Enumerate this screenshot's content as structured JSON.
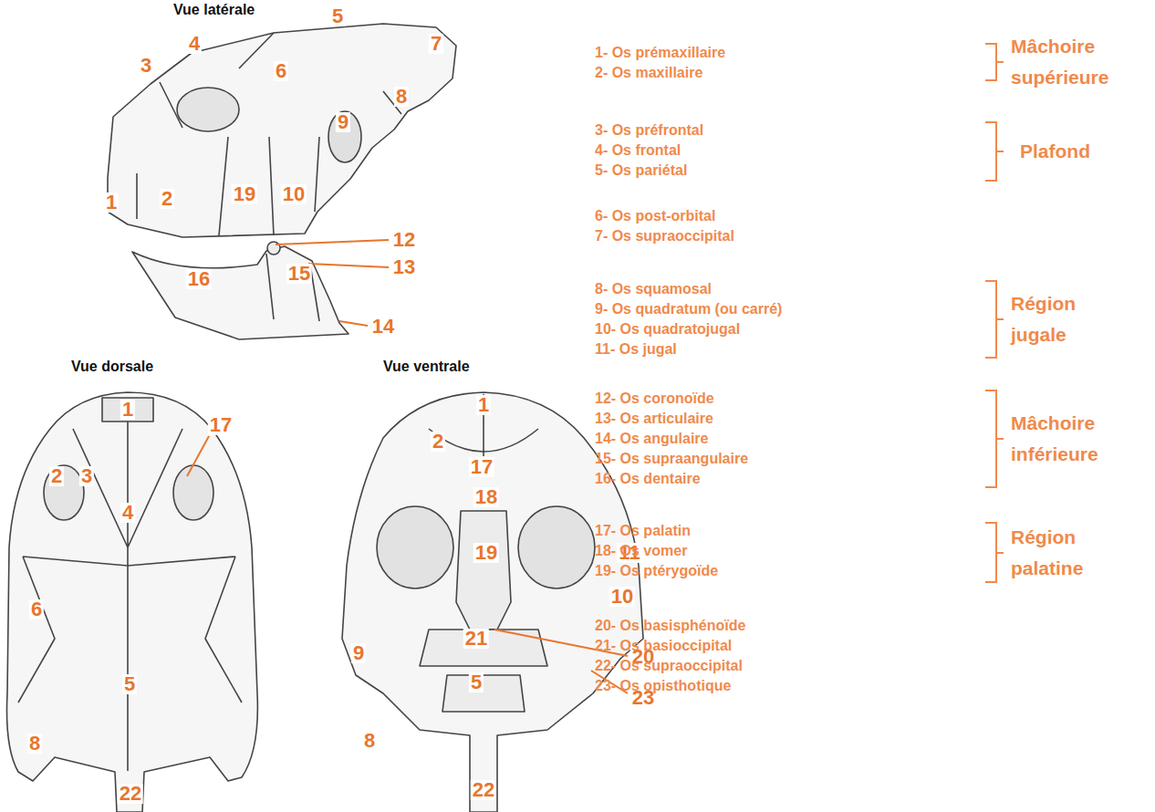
{
  "diagram": {
    "labels": [
      "Vue latérale",
      "5",
      "4",
      "3",
      "6",
      "7",
      "8",
      "9",
      "1",
      "2",
      "19",
      "10",
      "12",
      "13",
      "15",
      "16",
      "14",
      "Vue dorsale",
      "1",
      "17",
      "2",
      "3",
      "4",
      "6",
      "5",
      "8",
      "22",
      "Vue ventrale",
      "1",
      "2",
      "17",
      "18",
      "11",
      "19",
      "10",
      "20",
      "9",
      "21",
      "5",
      "23",
      "8",
      "22",
      "1- Os prémaxillaire",
      "2- Os maxillaire",
      "3- Os préfrontal",
      "4- Os frontal",
      "5- Os pariétal",
      "6- Os post-orbital",
      "7- Os supraoccipital",
      "8- Os squamosal",
      "9- Os quadratum (ou carré)",
      "10- Os quadratojugal",
      "11- Os jugal",
      "12- Os coronoïde",
      "13- Os articulaire",
      "14- Os angulaire",
      "15- Os supraangulaire",
      "16- Os dentaire",
      "17- Os palatin",
      "18- Os vomer",
      "19- Os ptérygoïde",
      "20- Os basisphénoïde",
      "21- Os basioccipital",
      "22- Os supraoccipital",
      "23- Os opisthotique",
      "Mâchoire supérieure",
      "Plafond",
      "Région jugale",
      "Mâchoire inférieure",
      "Région palatine"
    ]
  }
}
